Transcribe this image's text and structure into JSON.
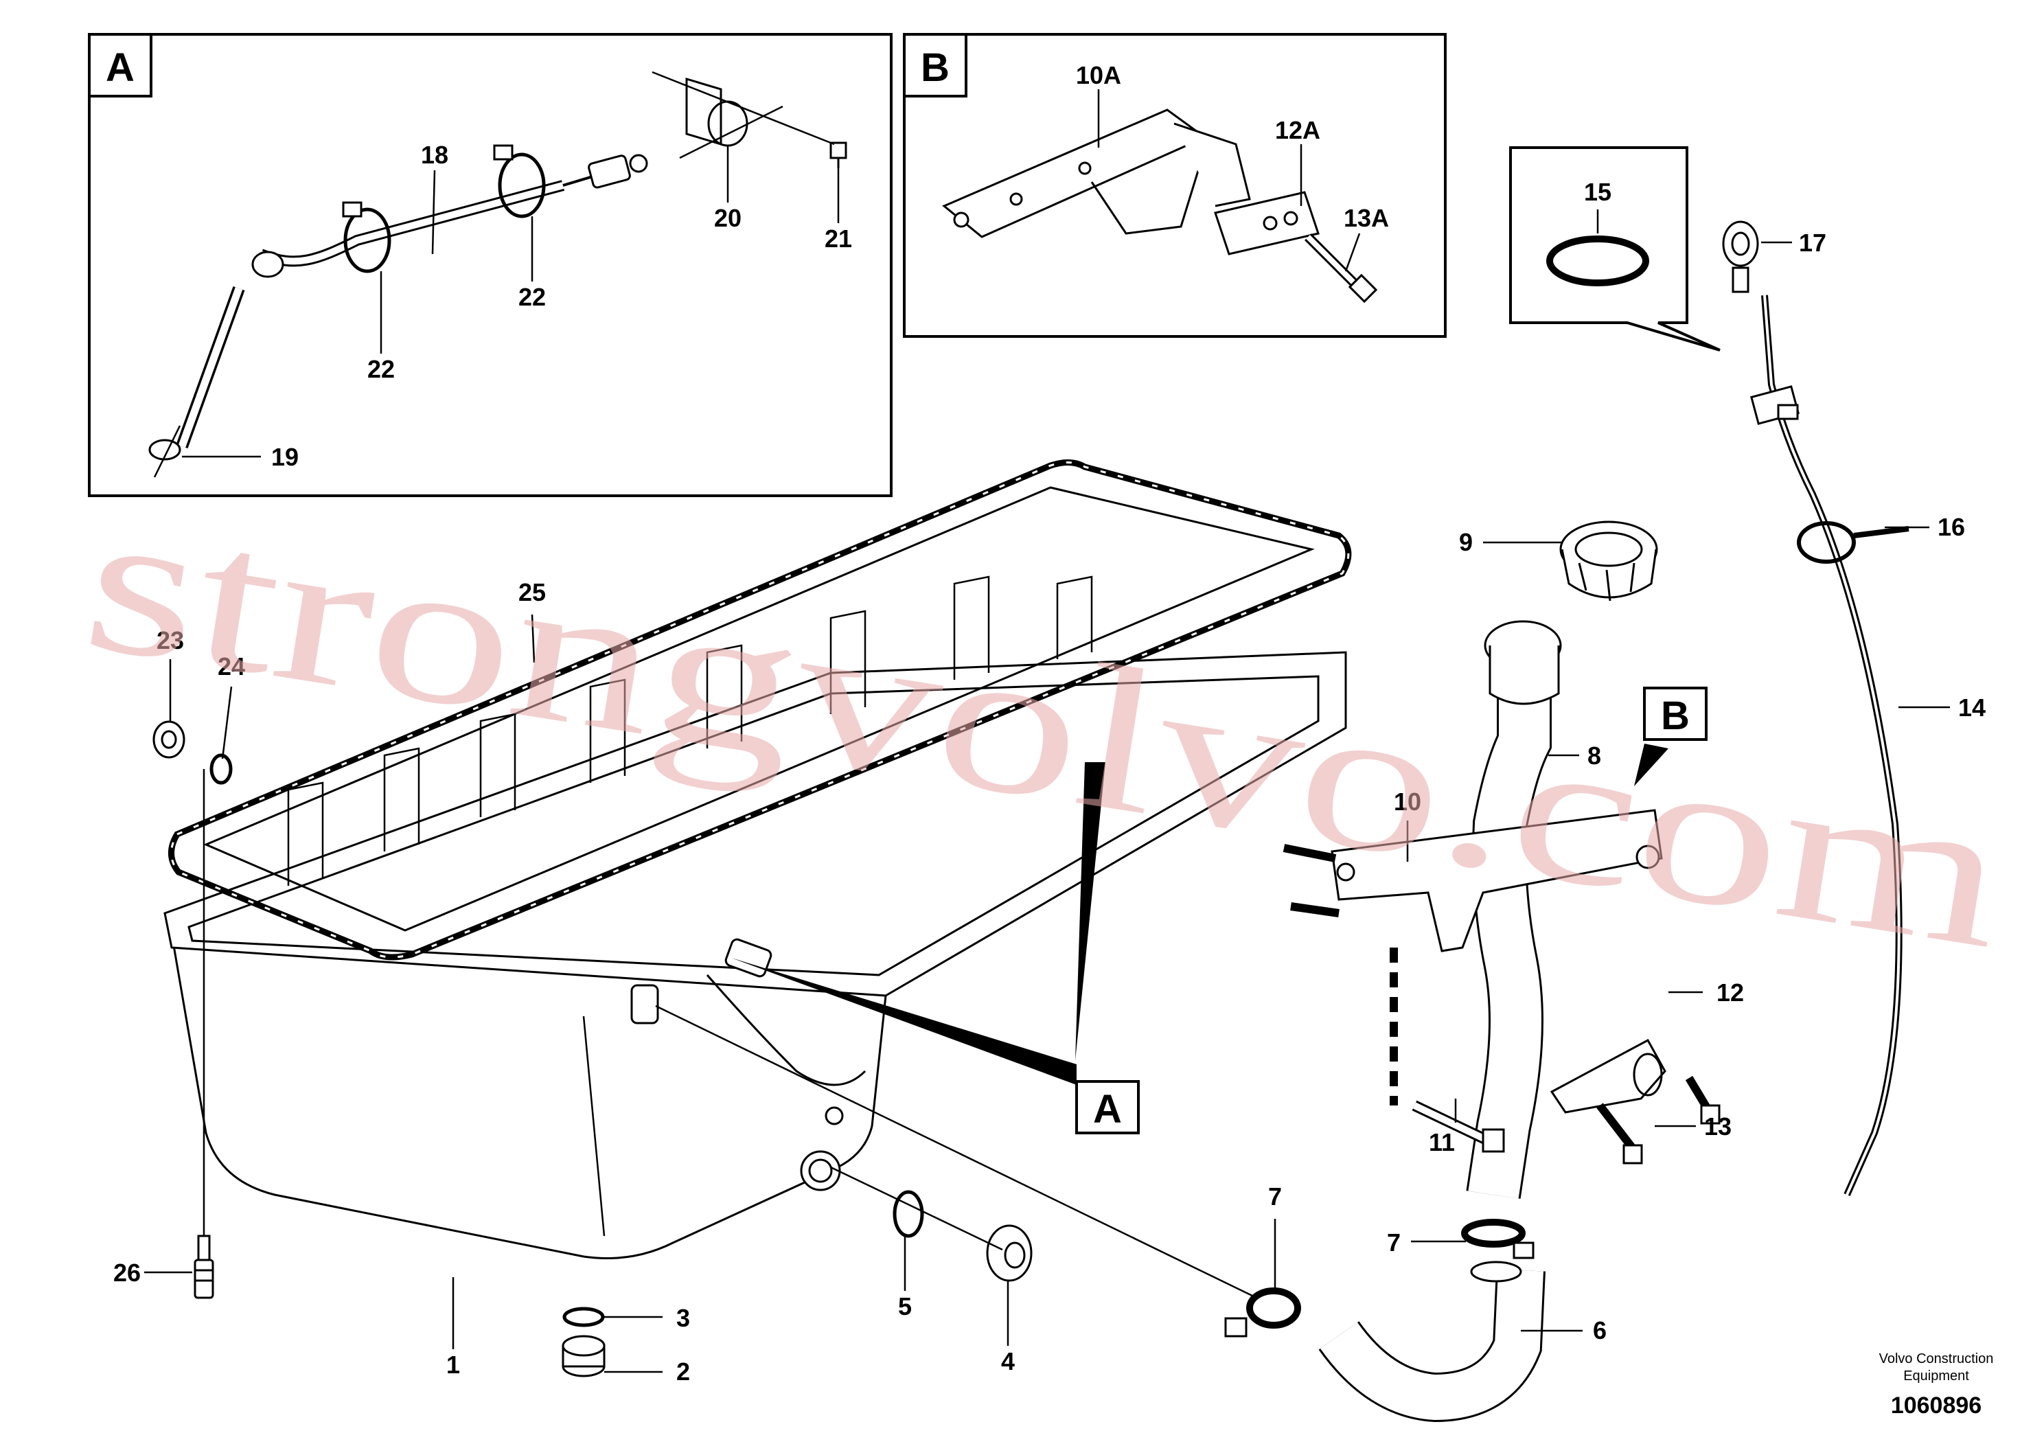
{
  "detail_boxes": {
    "a": {
      "letter": "A"
    },
    "b": {
      "letter": "B"
    }
  },
  "pointer_tags": {
    "a": "A",
    "b": "B"
  },
  "callouts": {
    "c1": "1",
    "c2": "2",
    "c3": "3",
    "c4": "4",
    "c5": "5",
    "c6": "6",
    "c7a": "7",
    "c7b": "7",
    "c8": "8",
    "c9": "9",
    "c10": "10",
    "c11": "11",
    "c12": "12",
    "c13": "13",
    "c14": "14",
    "c15": "15",
    "c16": "16",
    "c17": "17",
    "c18": "18",
    "c19": "19",
    "c20": "20",
    "c21": "21",
    "c22a": "22",
    "c22b": "22",
    "c23": "23",
    "c24": "24",
    "c25": "25",
    "c26": "26",
    "c10a": "10A",
    "c12a": "12A",
    "c13a": "13A"
  },
  "watermark": "strongvolvo.com",
  "footer": {
    "company_line1": "Volvo Construction",
    "company_line2": "Equipment",
    "image_id": "1060896"
  }
}
